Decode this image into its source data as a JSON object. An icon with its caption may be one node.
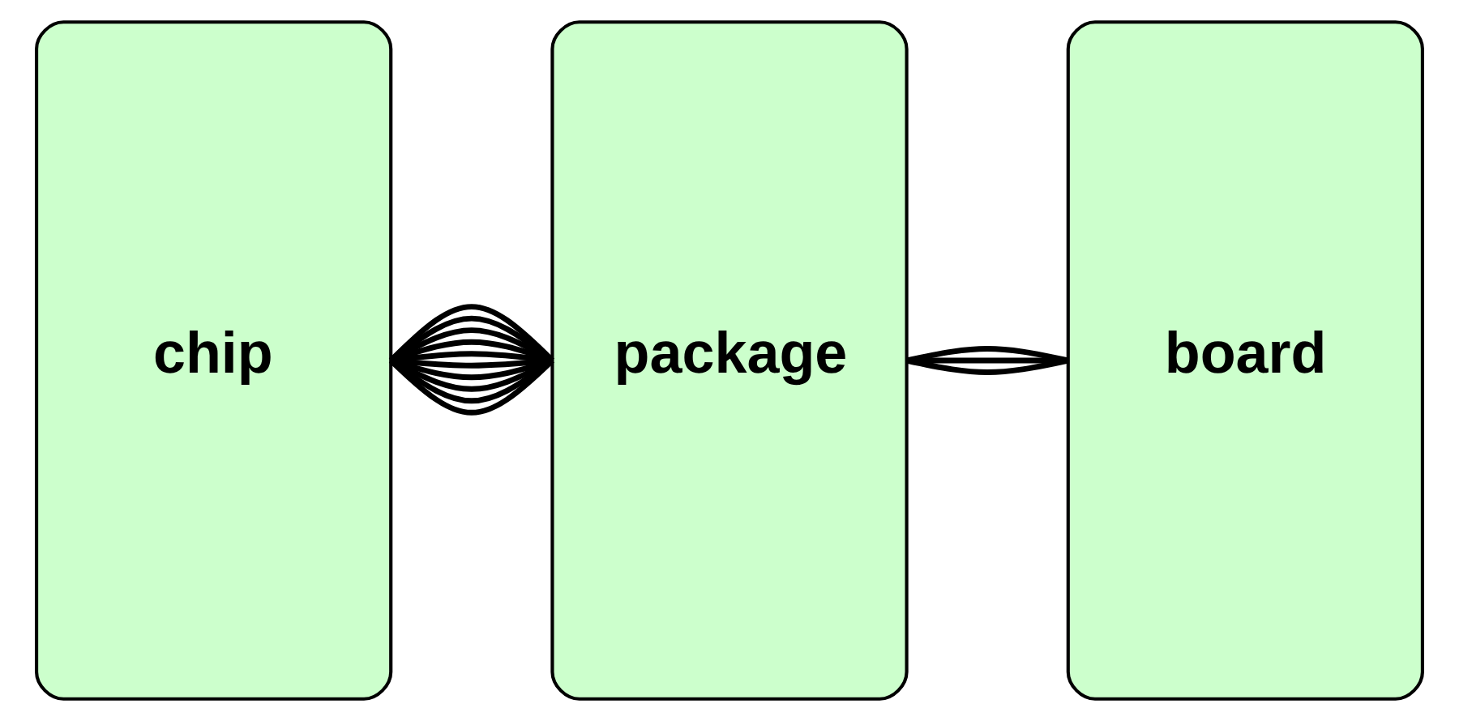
{
  "diagram": {
    "nodes": [
      {
        "text": [
          "chip"
        ]
      },
      {
        "text": [
          "package"
        ]
      },
      {
        "text": [
          "board"
        ]
      }
    ],
    "edges": [
      {
        "from": 0,
        "to": 1,
        "arrow": "none"
      },
      {
        "from": 0,
        "to": 1,
        "arrow": "none"
      },
      {
        "from": 0,
        "to": 1,
        "arrow": "none"
      },
      {
        "from": 0,
        "to": 1,
        "arrow": "none"
      },
      {
        "from": 0,
        "to": 1,
        "arrow": "none"
      },
      {
        "from": 0,
        "to": 1,
        "arrow": "none"
      },
      {
        "from": 0,
        "to": 1,
        "arrow": "none"
      },
      {
        "from": 0,
        "to": 1,
        "arrow": "none"
      },
      {
        "from": 0,
        "to": 1,
        "arrow": "none"
      },
      {
        "from": 0,
        "to": 1,
        "arrow": "none"
      },
      {
        "from": 1,
        "to": 2,
        "arrow": "none"
      },
      {
        "from": 1,
        "to": 2,
        "arrow": "none"
      },
      {
        "from": 1,
        "to": 2,
        "arrow": "none"
      }
    ]
  }
}
